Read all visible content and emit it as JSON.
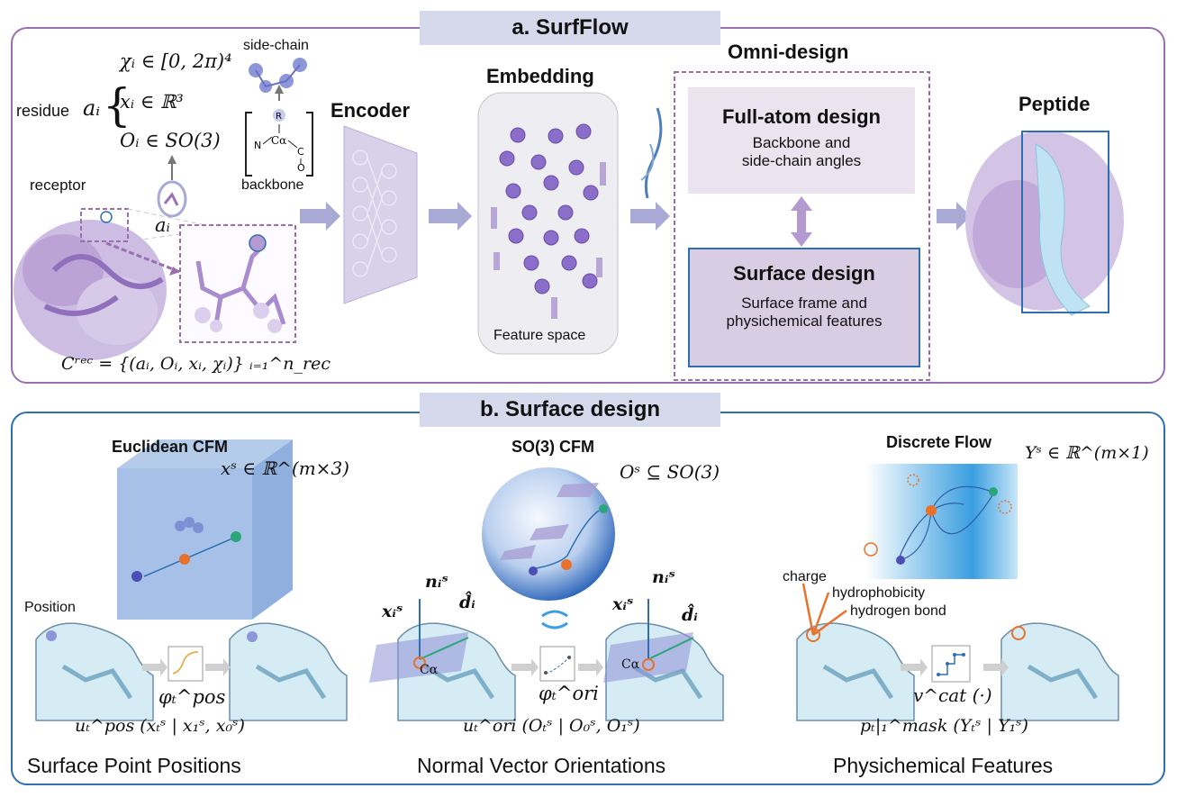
{
  "panel_a": {
    "title": "a. SurfFlow",
    "residue_label": "residue",
    "residue_symbol": "aᵢ",
    "chi_eq": "χᵢ ∈ [0, 2π)⁴",
    "x_eq": "xᵢ ∈ ℝ³",
    "o_eq": "Oᵢ ∈ SO(3)",
    "side_chain_label": "side-chain",
    "backbone_label": "backbone",
    "receptor_label": "receptor",
    "ai_label": "aᵢ",
    "crec_eq": "Cʳᵉᶜ = {(aᵢ, Oᵢ, xᵢ, χᵢ)} ᵢ₌₁^n_rec",
    "encoder_label": "Encoder",
    "embedding_label": "Embedding",
    "feature_space_label": "Feature space",
    "omni_label": "Omni-design",
    "full_atom_title": "Full-atom design",
    "full_atom_desc_1": "Backbone and",
    "full_atom_desc_2": "side-chain angles",
    "surface_title": "Surface design",
    "surface_desc_1": "Surface frame and",
    "surface_desc_2": "physichemical features",
    "peptide_label": "Peptide"
  },
  "panel_b": {
    "title": "b. Surface design",
    "col1": {
      "title": "Euclidean CFM",
      "eq": "xˢ ∈ ℝ^(m×3)",
      "position_label": "Position",
      "phi": "φₜ^pos",
      "u_eq": "uₜ^pos (xₜˢ | x₁ˢ, x₀ˢ)",
      "caption": "Surface Point Positions"
    },
    "col2": {
      "title": "SO(3) CFM",
      "eq": "Oˢ ⊆ SO(3)",
      "n_label": "nᵢˢ",
      "x_label": "xᵢˢ",
      "d_label": "d̂ᵢ",
      "ca_label": "Cα",
      "phi": "φₜ^ori",
      "u_eq": "uₜ^ori (Oₜˢ | O₀ˢ, O₁ˢ)",
      "caption": "Normal Vector Orientations"
    },
    "col3": {
      "title": "Discrete Flow",
      "eq": "Υˢ ∈ ℝ^(m×1)",
      "charge_label": "charge",
      "hydrophobicity_label": "hydrophobicity",
      "hbond_label": "hydrogen bond",
      "v_eq": "v^cat (·)",
      "p_eq": "pₜ|₁^mask (Υₜˢ | Υ₁ˢ)",
      "caption": "Physichemical Features"
    }
  },
  "colors": {
    "purple_border": "#9a6fb0",
    "blue_border": "#2e6fb3",
    "banner": "#d6d8ec",
    "arrow": "#a9a9d6",
    "orange": "#e8722c"
  }
}
